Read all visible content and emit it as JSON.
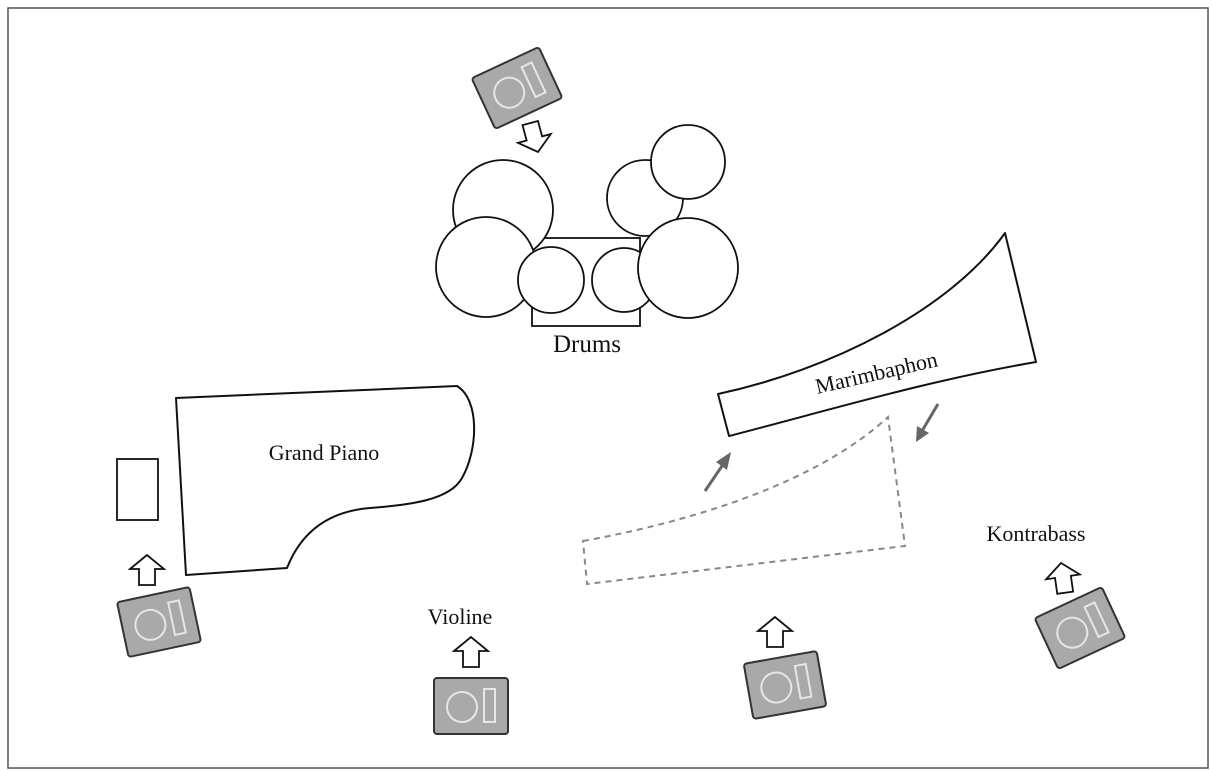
{
  "labels": {
    "drums": "Drums",
    "grand_piano": "Grand Piano",
    "marimbaphon": "Marimbaphon",
    "violine": "Violine",
    "kontrabass": "Kontrabass"
  },
  "colors": {
    "frame": "#555555",
    "outline": "#111111",
    "monitor_fill": "#a9a9a9",
    "monitor_stroke": "#333333",
    "monitor_detail": "#e6e6e6",
    "moved_outline": "#888888",
    "move_arrow": "#666666"
  }
}
